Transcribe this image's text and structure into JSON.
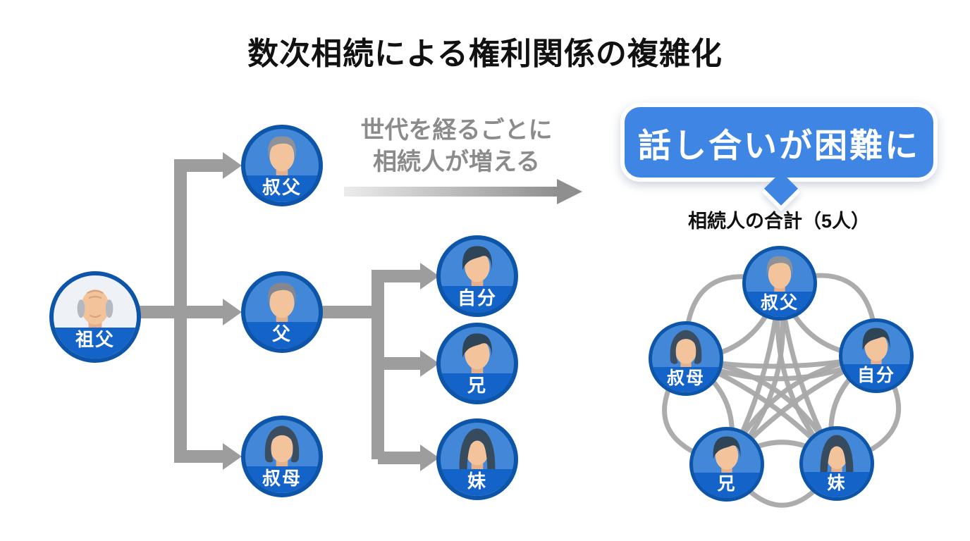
{
  "title": "数次相続による権利関係の複雑化",
  "caption": {
    "line1": "世代を経るごとに",
    "line2": "相続人が増える"
  },
  "bubble": {
    "text": "話し合いが困難に"
  },
  "tree": {
    "nodes": [
      {
        "id": "grandfather",
        "label": "祖父",
        "avatar": "elderly-man"
      },
      {
        "id": "uncle",
        "label": "叔父",
        "avatar": "gray-hair-suit-man"
      },
      {
        "id": "father",
        "label": "父",
        "avatar": "suit-man"
      },
      {
        "id": "aunt",
        "label": "叔母",
        "avatar": "bob-hair-woman"
      },
      {
        "id": "self",
        "label": "自分",
        "avatar": "young-man"
      },
      {
        "id": "brother",
        "label": "兄",
        "avatar": "young-man"
      },
      {
        "id": "sister",
        "label": "妹",
        "avatar": "long-hair-woman"
      }
    ]
  },
  "network": {
    "heading": "相続人の合計（5人）",
    "nodes": [
      {
        "id": "uncle",
        "label": "叔父",
        "avatar": "gray-hair-suit-man"
      },
      {
        "id": "aunt",
        "label": "叔母",
        "avatar": "bob-hair-woman"
      },
      {
        "id": "self",
        "label": "自分",
        "avatar": "young-man"
      },
      {
        "id": "brother",
        "label": "兄",
        "avatar": "young-man"
      },
      {
        "id": "sister",
        "label": "妹",
        "avatar": "long-hair-woman"
      }
    ],
    "edges": [
      {
        "nodes": [
          "uncle",
          "self"
        ],
        "type": "outer"
      },
      {
        "nodes": [
          "self",
          "sister"
        ],
        "type": "outer"
      },
      {
        "nodes": [
          "sister",
          "brother"
        ],
        "type": "outer"
      },
      {
        "nodes": [
          "brother",
          "aunt"
        ],
        "type": "outer"
      },
      {
        "nodes": [
          "aunt",
          "uncle"
        ],
        "type": "outer"
      },
      {
        "nodes": [
          "uncle",
          "sister"
        ],
        "type": "inner"
      },
      {
        "nodes": [
          "uncle",
          "brother"
        ],
        "type": "inner"
      },
      {
        "nodes": [
          "self",
          "aunt"
        ],
        "type": "inner"
      },
      {
        "nodes": [
          "self",
          "brother"
        ],
        "type": "inner"
      },
      {
        "nodes": [
          "sister",
          "aunt"
        ],
        "type": "inner"
      }
    ]
  },
  "colors": {
    "title_black": "#111111",
    "caption_gray": "#8b8b8b",
    "connector_gray": "#9d9d9d",
    "network_line": "#a8a8a8",
    "bubble_blue": "#3e85e4",
    "node_ring": "#0d55a9",
    "node_fill": "#4387d8",
    "label_band": "#1463c8",
    "grandfather_fill": "#eef1f5"
  }
}
